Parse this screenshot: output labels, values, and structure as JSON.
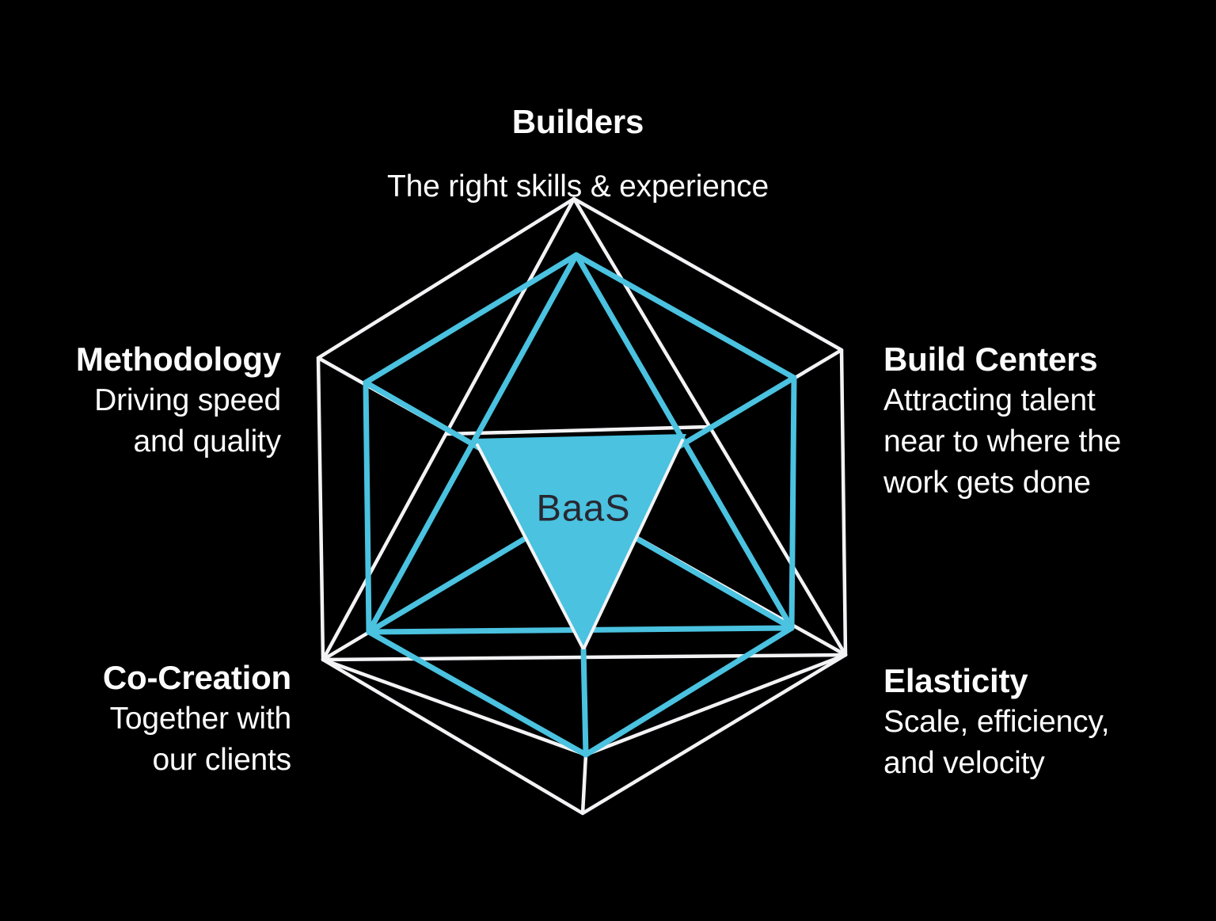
{
  "diagram": {
    "center_label": "BaaS",
    "colors": {
      "background": "#000000",
      "wire_white": "#F3F3F5",
      "accent_cyan": "#4AC2E0",
      "center_text": "#272730",
      "label_text": "#FCFCFC"
    },
    "labels": {
      "top": {
        "title": "Builders",
        "line1": "The right skills & experience"
      },
      "left_upper": {
        "title": "Methodology",
        "line1": "Driving speed",
        "line2": "and quality"
      },
      "left_lower": {
        "title": "Co-Creation",
        "line1": "Together with",
        "line2": "our clients"
      },
      "right_upper": {
        "title": "Build Centers",
        "line1": "Attracting talent",
        "line2": "near to where the",
        "line3": "work gets done"
      },
      "right_lower": {
        "title": "Elasticity",
        "line1": "Scale, efficiency,",
        "line2": "and velocity"
      }
    }
  }
}
